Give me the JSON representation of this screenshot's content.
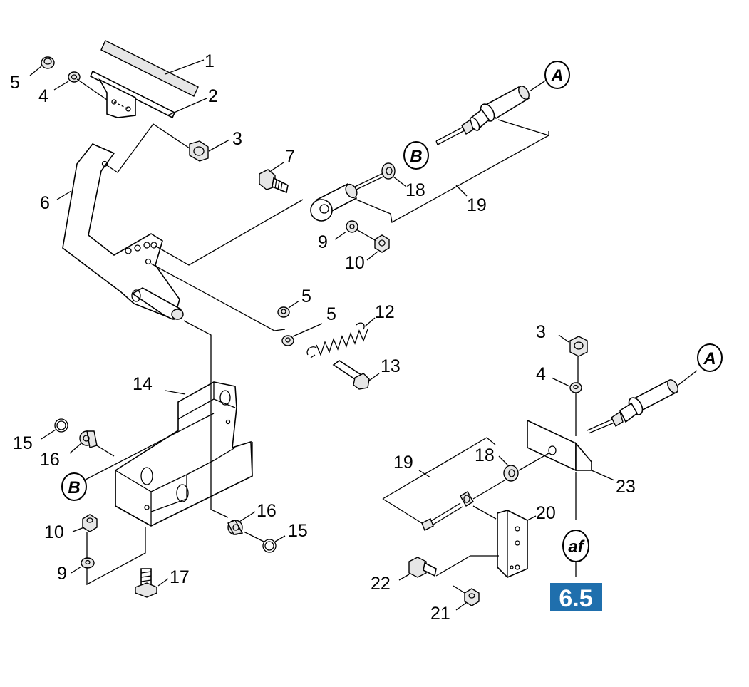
{
  "callouts": {
    "c1": "1",
    "c2": "2",
    "c3a": "3",
    "c4a": "4",
    "c5a": "5",
    "c6": "6",
    "c7": "7",
    "c18a": "18",
    "c19a": "19",
    "c9a": "9",
    "c10a": "10",
    "c5b": "5",
    "c5c": "5",
    "c12": "12",
    "c13": "13",
    "c14": "14",
    "c15a": "15",
    "c16a": "16",
    "c10b": "10",
    "c9b": "9",
    "c17": "17",
    "c16b": "16",
    "c15b": "15",
    "c3b": "3",
    "c4b": "4",
    "c18b": "18",
    "c19b": "19",
    "c23": "23",
    "c20": "20",
    "c22": "22",
    "c21": "21"
  },
  "refs": {
    "A": "A",
    "B": "B",
    "af": "af"
  },
  "section_badge": {
    "label": "6.5",
    "color": "#1f6fad"
  }
}
